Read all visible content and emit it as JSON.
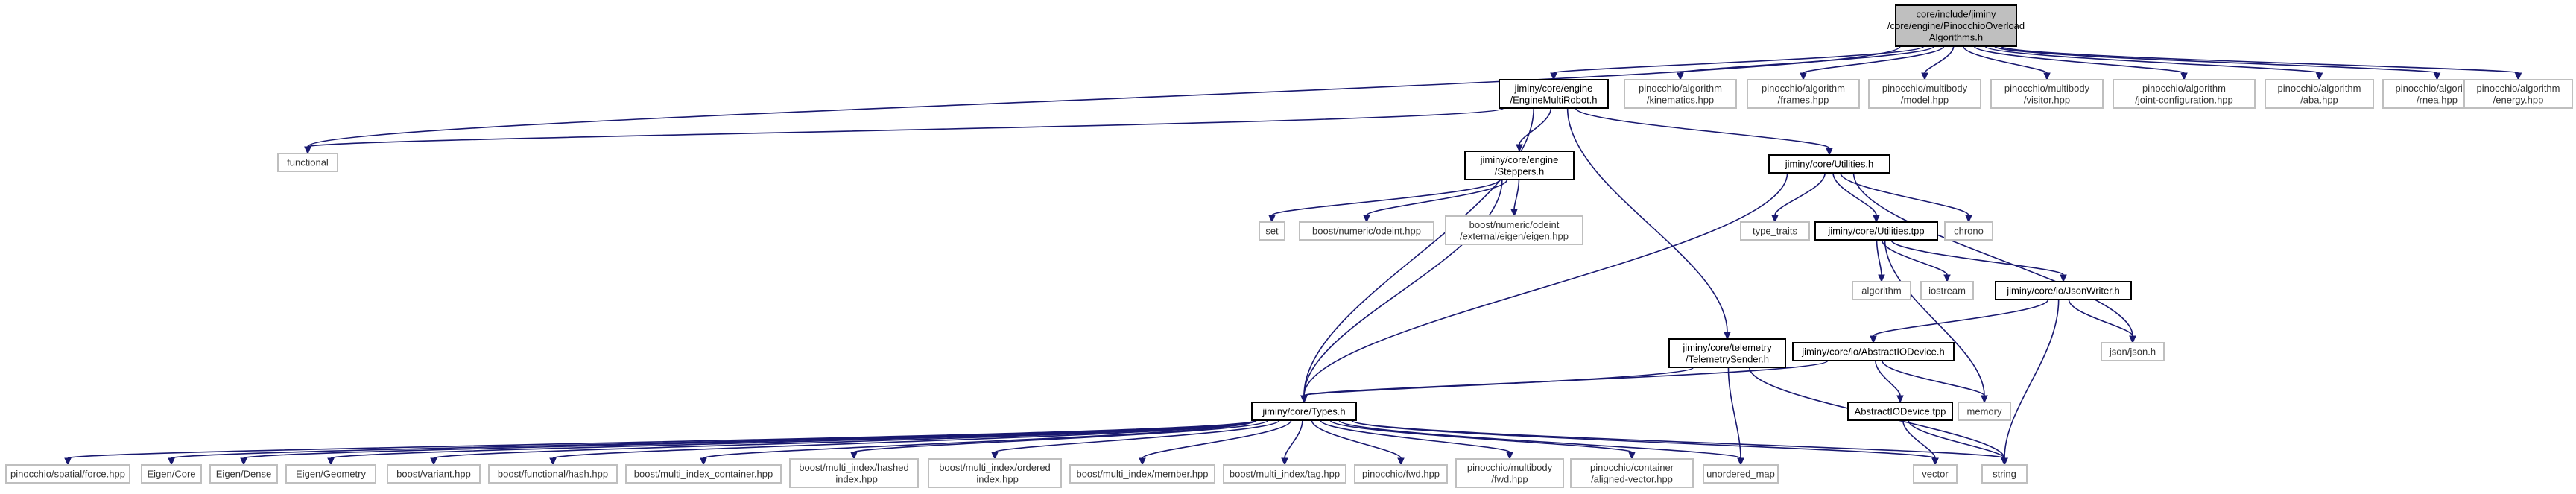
{
  "nodes": [
    {
      "id": "root",
      "lines": [
        "core/include/jiminy",
        "/core/engine/PinocchioOverload",
        "Algorithms.h"
      ],
      "kind": "root"
    },
    {
      "id": "functional",
      "lines": [
        "functional"
      ],
      "kind": "external"
    },
    {
      "id": "engine",
      "lines": [
        "jiminy/core/engine",
        "/EngineMultiRobot.h"
      ],
      "kind": "primary"
    },
    {
      "id": "kinematics",
      "lines": [
        "pinocchio/algorithm",
        "/kinematics.hpp"
      ],
      "kind": "external"
    },
    {
      "id": "frames",
      "lines": [
        "pinocchio/algorithm",
        "/frames.hpp"
      ],
      "kind": "external"
    },
    {
      "id": "model",
      "lines": [
        "pinocchio/multibody",
        "/model.hpp"
      ],
      "kind": "external"
    },
    {
      "id": "visitor",
      "lines": [
        "pinocchio/multibody",
        "/visitor.hpp"
      ],
      "kind": "external"
    },
    {
      "id": "jointcfg",
      "lines": [
        "pinocchio/algorithm",
        "/joint-configuration.hpp"
      ],
      "kind": "external"
    },
    {
      "id": "aba",
      "lines": [
        "pinocchio/algorithm",
        "/aba.hpp"
      ],
      "kind": "external"
    },
    {
      "id": "rnea",
      "lines": [
        "pinocchio/algorithm",
        "/rnea.hpp"
      ],
      "kind": "external"
    },
    {
      "id": "energy",
      "lines": [
        "pinocchio/algorithm",
        "/energy.hpp"
      ],
      "kind": "external"
    },
    {
      "id": "steppers",
      "lines": [
        "jiminy/core/engine",
        "/Steppers.h"
      ],
      "kind": "primary"
    },
    {
      "id": "utilities",
      "lines": [
        "jiminy/core/Utilities.h"
      ],
      "kind": "primary"
    },
    {
      "id": "set",
      "lines": [
        "set"
      ],
      "kind": "external"
    },
    {
      "id": "odeint",
      "lines": [
        "boost/numeric/odeint.hpp"
      ],
      "kind": "external"
    },
    {
      "id": "odeinteigen",
      "lines": [
        "boost/numeric/odeint",
        "/external/eigen/eigen.hpp"
      ],
      "kind": "external"
    },
    {
      "id": "typetraits",
      "lines": [
        "type_traits"
      ],
      "kind": "external"
    },
    {
      "id": "utilitiestpp",
      "lines": [
        "jiminy/core/Utilities.tpp"
      ],
      "kind": "primary"
    },
    {
      "id": "chrono",
      "lines": [
        "chrono"
      ],
      "kind": "external"
    },
    {
      "id": "algorithm",
      "lines": [
        "algorithm"
      ],
      "kind": "external"
    },
    {
      "id": "iostream",
      "lines": [
        "iostream"
      ],
      "kind": "external"
    },
    {
      "id": "jsonwriter",
      "lines": [
        "jiminy/core/io/JsonWriter.h"
      ],
      "kind": "primary"
    },
    {
      "id": "telemetry",
      "lines": [
        "jiminy/core/telemetry",
        "/TelemetrySender.h"
      ],
      "kind": "primary"
    },
    {
      "id": "abstractio",
      "lines": [
        "jiminy/core/io/AbstractIODevice.h"
      ],
      "kind": "primary"
    },
    {
      "id": "jsonjson",
      "lines": [
        "json/json.h"
      ],
      "kind": "external"
    },
    {
      "id": "memory",
      "lines": [
        "memory"
      ],
      "kind": "external"
    },
    {
      "id": "abstractiotpp",
      "lines": [
        "AbstractIODevice.tpp"
      ],
      "kind": "primary"
    },
    {
      "id": "types",
      "lines": [
        "jiminy/core/Types.h"
      ],
      "kind": "primary"
    },
    {
      "id": "force",
      "lines": [
        "pinocchio/spatial/force.hpp"
      ],
      "kind": "external"
    },
    {
      "id": "eigencore",
      "lines": [
        "Eigen/Core"
      ],
      "kind": "external"
    },
    {
      "id": "eigendense",
      "lines": [
        "Eigen/Dense"
      ],
      "kind": "external"
    },
    {
      "id": "eigengeom",
      "lines": [
        "Eigen/Geometry"
      ],
      "kind": "external"
    },
    {
      "id": "variant",
      "lines": [
        "boost/variant.hpp"
      ],
      "kind": "external"
    },
    {
      "id": "hash",
      "lines": [
        "boost/functional/hash.hpp"
      ],
      "kind": "external"
    },
    {
      "id": "mic",
      "lines": [
        "boost/multi_index_container.hpp"
      ],
      "kind": "external"
    },
    {
      "id": "hashedidx",
      "lines": [
        "boost/multi_index/hashed",
        "_index.hpp"
      ],
      "kind": "external"
    },
    {
      "id": "orderedidx",
      "lines": [
        "boost/multi_index/ordered",
        "_index.hpp"
      ],
      "kind": "external"
    },
    {
      "id": "member",
      "lines": [
        "boost/multi_index/member.hpp"
      ],
      "kind": "external"
    },
    {
      "id": "tag",
      "lines": [
        "boost/multi_index/tag.hpp"
      ],
      "kind": "external"
    },
    {
      "id": "fwd",
      "lines": [
        "pinocchio/fwd.hpp"
      ],
      "kind": "external"
    },
    {
      "id": "mbfwd",
      "lines": [
        "pinocchio/multibody",
        "/fwd.hpp"
      ],
      "kind": "external"
    },
    {
      "id": "alignedvec",
      "lines": [
        "pinocchio/container",
        "/aligned-vector.hpp"
      ],
      "kind": "external"
    },
    {
      "id": "unorderedmap",
      "lines": [
        "unordered_map"
      ],
      "kind": "external"
    },
    {
      "id": "vector",
      "lines": [
        "vector"
      ],
      "kind": "external"
    },
    {
      "id": "string",
      "lines": [
        "string"
      ],
      "kind": "external"
    }
  ],
  "edges": [
    [
      "root",
      "functional"
    ],
    [
      "root",
      "engine"
    ],
    [
      "root",
      "kinematics"
    ],
    [
      "root",
      "frames"
    ],
    [
      "root",
      "model"
    ],
    [
      "root",
      "visitor"
    ],
    [
      "root",
      "jointcfg"
    ],
    [
      "root",
      "aba"
    ],
    [
      "root",
      "rnea"
    ],
    [
      "root",
      "energy"
    ],
    [
      "engine",
      "functional"
    ],
    [
      "engine",
      "steppers"
    ],
    [
      "engine",
      "utilities"
    ],
    [
      "engine",
      "telemetry"
    ],
    [
      "engine",
      "types"
    ],
    [
      "steppers",
      "set"
    ],
    [
      "steppers",
      "odeint"
    ],
    [
      "steppers",
      "odeinteigen"
    ],
    [
      "steppers",
      "types"
    ],
    [
      "utilities",
      "typetraits"
    ],
    [
      "utilities",
      "utilitiestpp"
    ],
    [
      "utilities",
      "chrono"
    ],
    [
      "utilities",
      "jsonjson"
    ],
    [
      "utilities",
      "types"
    ],
    [
      "utilitiestpp",
      "algorithm"
    ],
    [
      "utilitiestpp",
      "iostream"
    ],
    [
      "utilitiestpp",
      "jsonwriter"
    ],
    [
      "utilitiestpp",
      "memory"
    ],
    [
      "jsonwriter",
      "abstractio"
    ],
    [
      "jsonwriter",
      "jsonjson"
    ],
    [
      "jsonwriter",
      "string"
    ],
    [
      "abstractio",
      "memory"
    ],
    [
      "abstractio",
      "abstractiotpp"
    ],
    [
      "abstractio",
      "types"
    ],
    [
      "abstractiotpp",
      "vector"
    ],
    [
      "abstractiotpp",
      "string"
    ],
    [
      "telemetry",
      "types"
    ],
    [
      "telemetry",
      "unorderedmap"
    ],
    [
      "telemetry",
      "string"
    ],
    [
      "types",
      "force"
    ],
    [
      "types",
      "eigencore"
    ],
    [
      "types",
      "eigendense"
    ],
    [
      "types",
      "eigengeom"
    ],
    [
      "types",
      "variant"
    ],
    [
      "types",
      "hash"
    ],
    [
      "types",
      "mic"
    ],
    [
      "types",
      "hashedidx"
    ],
    [
      "types",
      "orderedidx"
    ],
    [
      "types",
      "member"
    ],
    [
      "types",
      "tag"
    ],
    [
      "types",
      "fwd"
    ],
    [
      "types",
      "mbfwd"
    ],
    [
      "types",
      "alignedvec"
    ],
    [
      "types",
      "unorderedmap"
    ],
    [
      "types",
      "vector"
    ],
    [
      "types",
      "string"
    ]
  ]
}
